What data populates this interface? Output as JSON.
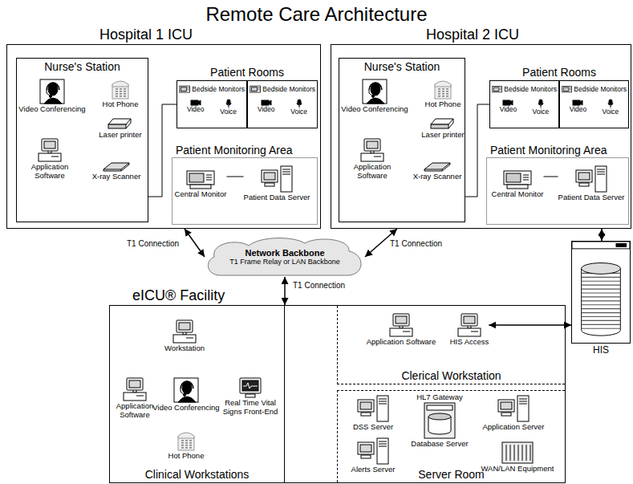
{
  "diagram": {
    "title": "Remote Care Architecture",
    "nodes": [
      {
        "text": [
          "Hospital 1 ICU"
        ]
      },
      {
        "text": [
          "Nurse's Station"
        ],
        "in": 0
      },
      {
        "text": [
          "Video Conferencing"
        ],
        "in": 1
      },
      {
        "text": [
          "Hot Phone"
        ],
        "in": 1
      },
      {
        "text": [
          "Laser printer"
        ],
        "in": 1
      },
      {
        "text": [
          "Application Software"
        ],
        "in": 1
      },
      {
        "text": [
          "X-ray Scanner"
        ],
        "in": 1
      },
      {
        "text": [
          "Patient Rooms"
        ],
        "in": 0
      },
      {
        "text": [
          "Bedside Monitors",
          "Video",
          "Voice"
        ],
        "in": 7
      },
      {
        "text": [
          "Bedside Monitors",
          "Video",
          "Voice"
        ],
        "in": 7
      },
      {
        "text": [
          "Patient Monitoring Area"
        ],
        "in": 0
      },
      {
        "text": [
          "Central Monitor"
        ],
        "in": 10
      },
      {
        "text": [
          "Patient Data Server"
        ],
        "in": 10
      },
      {
        "text": [
          "Hospital 2 ICU"
        ]
      },
      {
        "text": [
          "Nurse's Station"
        ],
        "in": 13
      },
      {
        "text": [
          "Video Conferencing"
        ],
        "in": 14
      },
      {
        "text": [
          "Hot Phone"
        ],
        "in": 14
      },
      {
        "text": [
          "Laser printer"
        ],
        "in": 14
      },
      {
        "text": [
          "Application Software"
        ],
        "in": 14
      },
      {
        "text": [
          "X-ray Scanner"
        ],
        "in": 14
      },
      {
        "text": [
          "Patient Rooms"
        ],
        "in": 13
      },
      {
        "text": [
          "Bedside Monitors",
          "Video",
          "Voice"
        ],
        "in": 20
      },
      {
        "text": [
          "Bedside Monitors",
          "Video",
          "Voice"
        ],
        "in": 20
      },
      {
        "text": [
          "Patient Monitoring Area"
        ],
        "in": 13
      },
      {
        "text": [
          "Central Monitor"
        ],
        "in": 23
      },
      {
        "text": [
          "Patient Data Server"
        ],
        "in": 23
      },
      {
        "text": [
          "Network Backbone",
          "T1 Frame Relay or LAN Backbone"
        ]
      },
      {
        "text": [
          "HIS"
        ]
      },
      {
        "text": [
          "eICU® Facility"
        ]
      },
      {
        "text": [
          "Clinical Workstations"
        ],
        "in": 28
      },
      {
        "text": [
          "Workstation"
        ],
        "in": 29
      },
      {
        "text": [
          "Application Software"
        ],
        "in": 29
      },
      {
        "text": [
          "Video Conferencing"
        ],
        "in": 29
      },
      {
        "text": [
          "Real Time Vital Signs Front-End"
        ],
        "in": 29
      },
      {
        "text": [
          "Hot Phone"
        ],
        "in": 29
      },
      {
        "text": [
          "Clerical Workstation"
        ],
        "in": 28
      },
      {
        "text": [
          "Application Software"
        ],
        "in": 35
      },
      {
        "text": [
          "HIS Access"
        ],
        "in": 35
      },
      {
        "text": [
          "Server Room"
        ],
        "in": 28
      },
      {
        "text": [
          "DSS Server"
        ],
        "in": 38
      },
      {
        "text": [
          "HL7 Gateway",
          "Database Server"
        ],
        "in": 38
      },
      {
        "text": [
          "Application Server"
        ],
        "in": 38
      },
      {
        "text": [
          "Alerts Server"
        ],
        "in": 38
      },
      {
        "text": [
          "WAN/LAN Equipment"
        ],
        "in": 38
      }
    ],
    "edges": [
      {
        "from": 0,
        "to": 26,
        "label": "T1 Connection",
        "arrow": "both"
      },
      {
        "from": 13,
        "to": 26,
        "label": "T1 Connection",
        "arrow": "both"
      },
      {
        "from": 26,
        "to": 28,
        "label": "T1 Connection",
        "arrow": "both"
      },
      {
        "from": 13,
        "to": 27,
        "arrow": "both"
      },
      {
        "from": 37,
        "to": 27,
        "arrow": "both"
      },
      {
        "from": 11,
        "to": 12,
        "arrow": "none"
      },
      {
        "from": 24,
        "to": 25,
        "arrow": "none"
      },
      {
        "from": 1,
        "to": 7,
        "arrow": "none"
      },
      {
        "from": 14,
        "to": 20,
        "arrow": "none"
      }
    ]
  }
}
